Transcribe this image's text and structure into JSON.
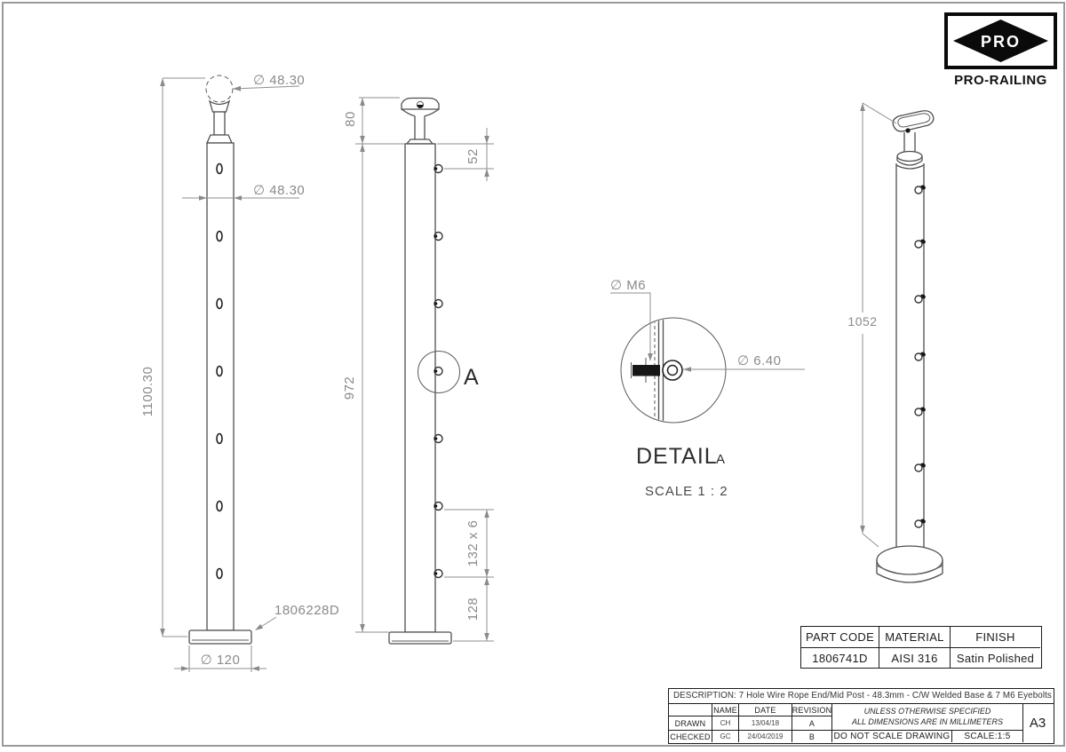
{
  "logo": {
    "brand": "PRO",
    "name": "PRO-RAILING"
  },
  "front_view": {
    "dim_handrail_dia": "∅ 48.30",
    "dim_post_dia": "∅ 48.30",
    "dim_overall_height": "1100.30",
    "base_part_code": "1806228D",
    "dim_base_dia": "∅ 120"
  },
  "side_view": {
    "dim_saddle_height": "80",
    "dim_first_hole": "52",
    "dim_tube_height": "972",
    "dim_hole_spacing": "132 x 6",
    "dim_bottom_hole": "128",
    "detail_ref": "A"
  },
  "detail_view": {
    "title": "DETAIL",
    "ref": "A",
    "scale": "SCALE 1 : 2",
    "dim_thread": "∅ M6",
    "dim_eye_hole": "∅ 6.40"
  },
  "iso_view": {
    "dim_height": "1052"
  },
  "part_table": {
    "headers": [
      "PART CODE",
      "MATERIAL",
      "FINISH"
    ],
    "values": [
      "1806741D",
      "AISI 316",
      "Satin Polished"
    ]
  },
  "title_block": {
    "description": "DESCRIPTION:  7 Hole Wire Rope End/Mid Post - 48.3mm - C/W Welded Base & 7 M6 Eyebolts",
    "col_name": "NAME",
    "col_date": "DATE",
    "col_revision": "REVISION",
    "drawn_label": "DRAWN",
    "drawn_name": "CH",
    "drawn_date": "13/04/18",
    "drawn_rev": "A",
    "checked_label": "CHECKED",
    "checked_name": "GC",
    "checked_date": "24/04/2019",
    "checked_rev": "B",
    "spec_line1": "UNLESS OTHERWISE SPECIFIED",
    "spec_line2": "ALL DIMENSIONS ARE IN MILLIMETERS",
    "no_scale": "DO NOT SCALE DRAWING",
    "scale": "SCALE:1:5",
    "sheet": "A3"
  }
}
